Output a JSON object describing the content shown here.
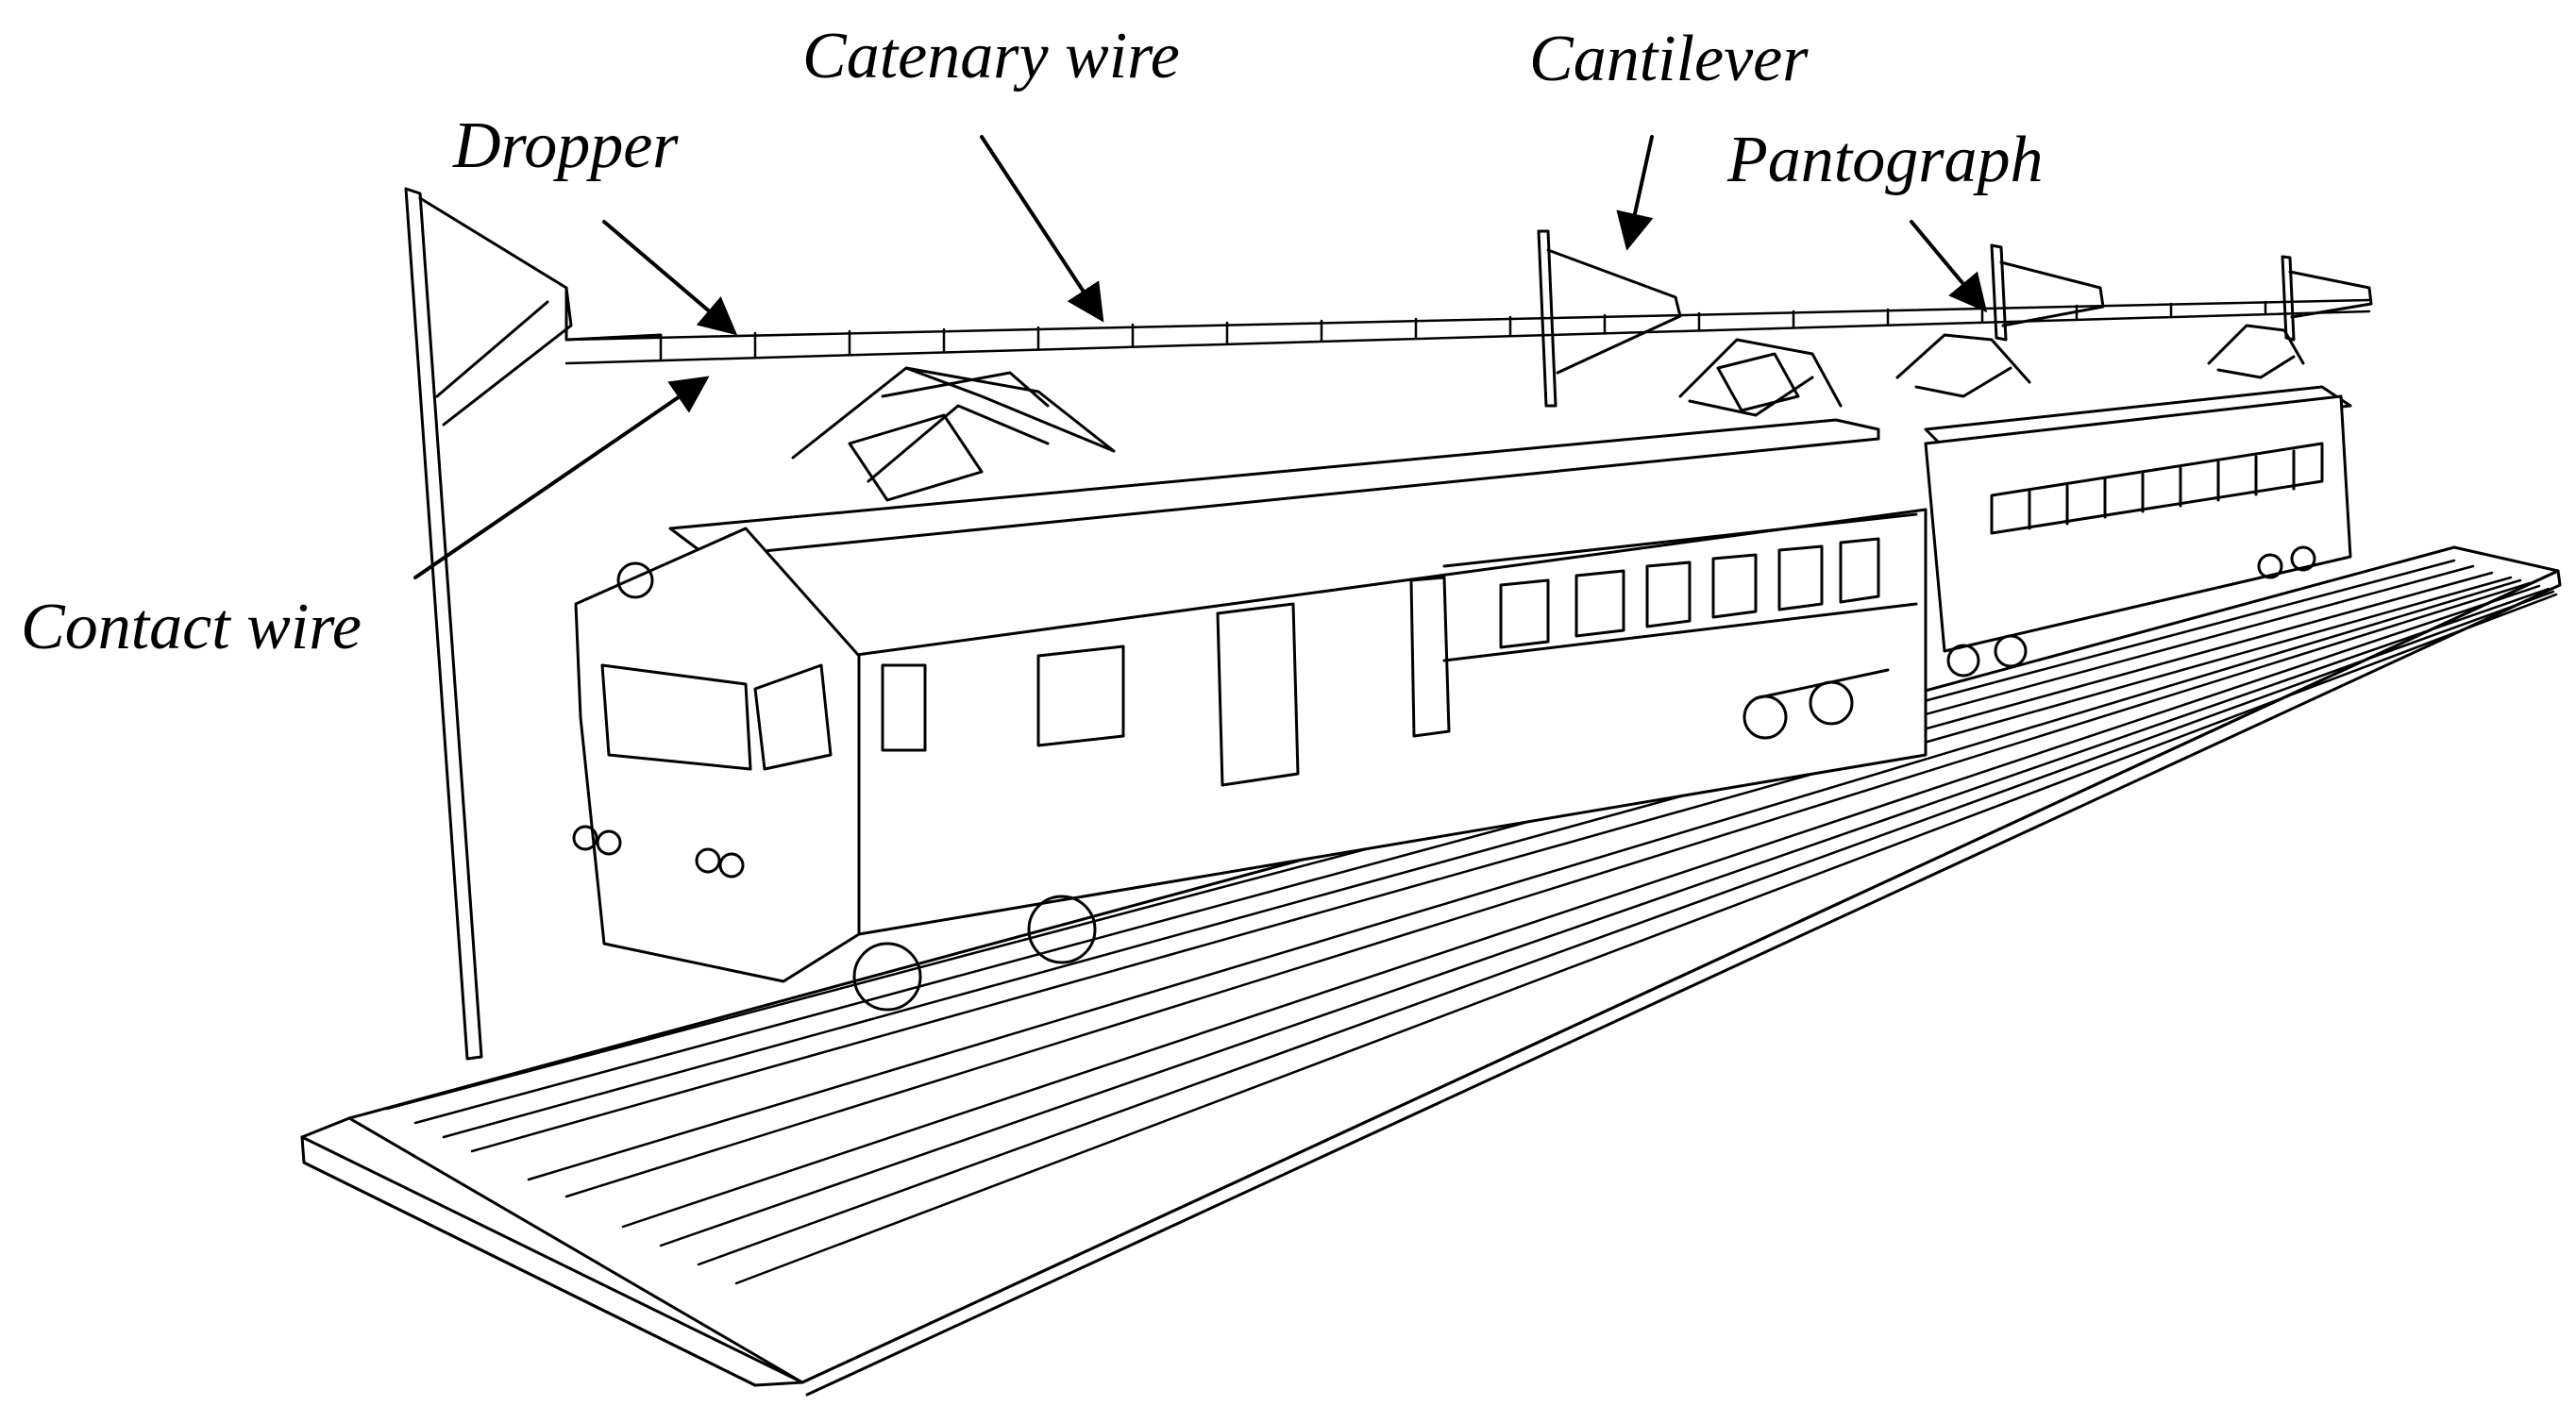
{
  "labels": {
    "dropper": "Dropper",
    "catenary_wire": "Catenary wire",
    "cantilever": "Cantilever",
    "pantograph": "Pantograph",
    "contact_wire": "Contact wire"
  },
  "colors": {
    "line": "#000000",
    "background": "#ffffff"
  }
}
